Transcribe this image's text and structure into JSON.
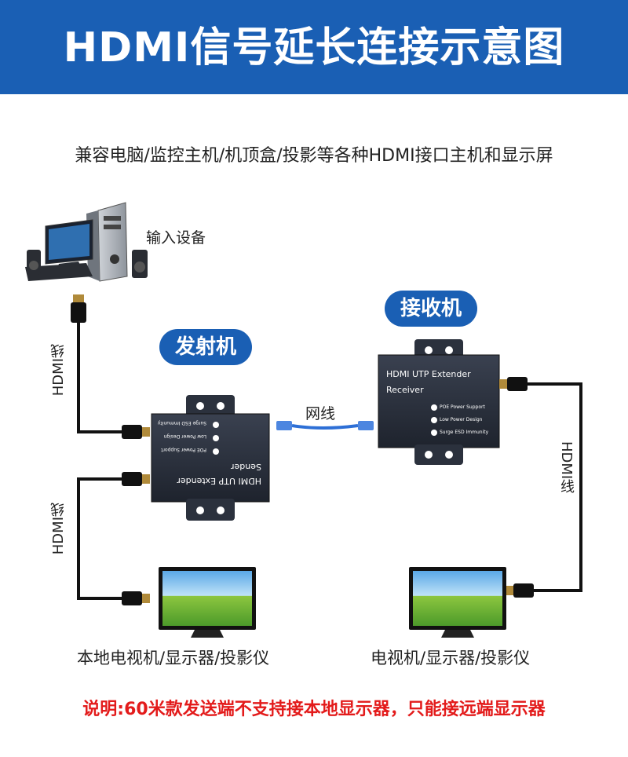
{
  "banner": {
    "title": "HDMI信号延长连接示意图",
    "bg_color": "#1a5fb4"
  },
  "subtitle": "兼容电脑/监控主机/机顶盒/投影等各种HDMI接口主机和显示屏",
  "input_device": {
    "label": "输入设备"
  },
  "sender": {
    "pill": "发射机",
    "device_title": "HDMI UTP Extender",
    "device_subtitle": "Sender",
    "features": [
      "POE Power Support",
      "Low Power Design",
      "Surge ESD Immunity"
    ]
  },
  "receiver": {
    "pill": "接收机",
    "device_title": "HDMI UTP Extender",
    "device_subtitle": "Receiver",
    "features": [
      "POE Power Support",
      "Low Power Design",
      "Surge ESD Immunity"
    ]
  },
  "network_cable": {
    "label": "网线",
    "color": "#2d6fd6"
  },
  "hdmi_labels": {
    "top_left": "HDMI线",
    "bottom_left": "HDMI线",
    "right": "HDMI线"
  },
  "local_display": {
    "caption": "本地电视机/显示器/投影仪"
  },
  "remote_display": {
    "caption": "电视机/显示器/投影仪"
  },
  "footer_note": {
    "text": "说明:60米款发送端不支持接本地显示器，只能接远端显示器",
    "color": "#e31b1b"
  }
}
